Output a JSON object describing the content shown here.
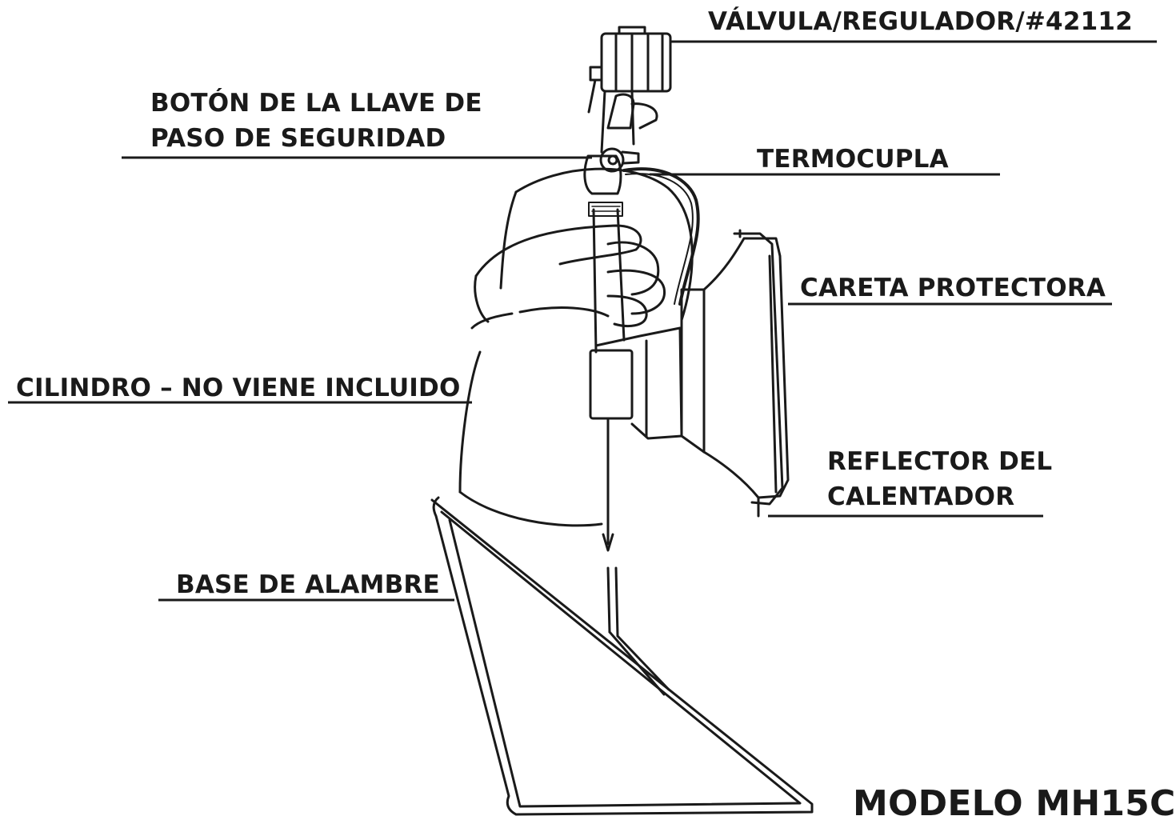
{
  "labels": {
    "valve_regulator": "VÁLVULA/REGULADOR/#42112",
    "safety_button_line1": "BOTÓN DE LA LLAVE DE",
    "safety_button_line2": "PASO DE SEGURIDAD",
    "thermocouple": "TERMOCUPLA",
    "protective_screen": "CARETA PROTECTORA",
    "cylinder": "CILINDRO – NO VIENE INCLUIDO",
    "reflector_line1": "REFLECTOR DEL",
    "reflector_line2": "CALENTADOR",
    "wire_base": "BASE DE ALAMBRE"
  },
  "model": "MODELO MH15C",
  "colors": {
    "ink": "#1a1a1a",
    "paper": "#ffffff"
  }
}
